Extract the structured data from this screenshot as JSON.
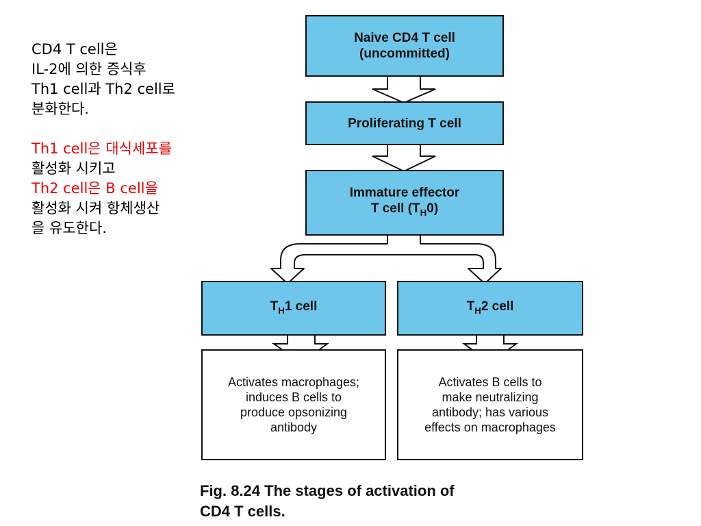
{
  "side_text": {
    "line1": "CD4 T cell은",
    "line2": "IL-2에 의한 증식후",
    "line3": "Th1 cell과 Th2 cell로",
    "line4": "분화한다.",
    "line5": "Th1 cell은 대식세포를",
    "line6": "활성화 시키고",
    "line7": "Th2 cell은 B cell을",
    "line8": "활성화 시켜 항체생산",
    "line9": "을 유도한다.",
    "highlight_color": "#e60000"
  },
  "diagram": {
    "naive": {
      "line1": "Naive  CD4  T  cell",
      "line2": "(uncommitted)"
    },
    "proliferating": "Proliferating  T  cell",
    "immature": {
      "line1": "Immature  effector",
      "line2_pre": "T  cell  (T",
      "line2_sub": "H",
      "line2_post": "0)"
    },
    "th1": {
      "pre": "T",
      "sub": "H",
      "post": "1  cell"
    },
    "th2": {
      "pre": "T",
      "sub": "H",
      "post": "2  cell"
    },
    "th1_effect": {
      "line1": "Activates  macrophages;",
      "line2": "induces  B  cells  to",
      "line3": "produce  opsonizing",
      "line4": "antibody"
    },
    "th2_effect": {
      "line1": "Activates  B  cells  to",
      "line2": "make  neutralizing",
      "line3": "antibody;  has  various",
      "line4": "effects  on  macrophages"
    },
    "box_color": "#6ec6ea"
  },
  "caption": {
    "line1": "Fig. 8.24 The stages of activation of",
    "line2": "CD4 T cells."
  }
}
